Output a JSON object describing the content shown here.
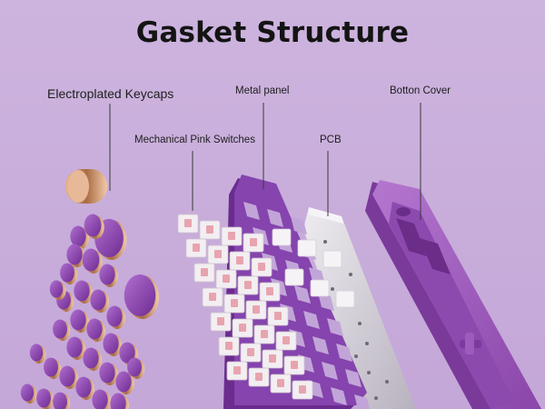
{
  "title": "Gasket Structure",
  "labels": {
    "keycaps": "Electroplated Keycaps",
    "metal_panel": "Metal panel",
    "bottom_cover": "Botton Cover",
    "switches": "Mechanical Pink Switches",
    "pcb": "PCB"
  },
  "colors": {
    "background": "#cbb0dc",
    "bottom_cover": "#9b52b8",
    "metal_panel": "#7e3ea8",
    "pcb": "#d9d6dd",
    "switch_housing": "#f2eef1",
    "switch_stem": "#e8a4ae",
    "keycap": "#8d3fae",
    "keycap_rim": "#c98a5c"
  }
}
